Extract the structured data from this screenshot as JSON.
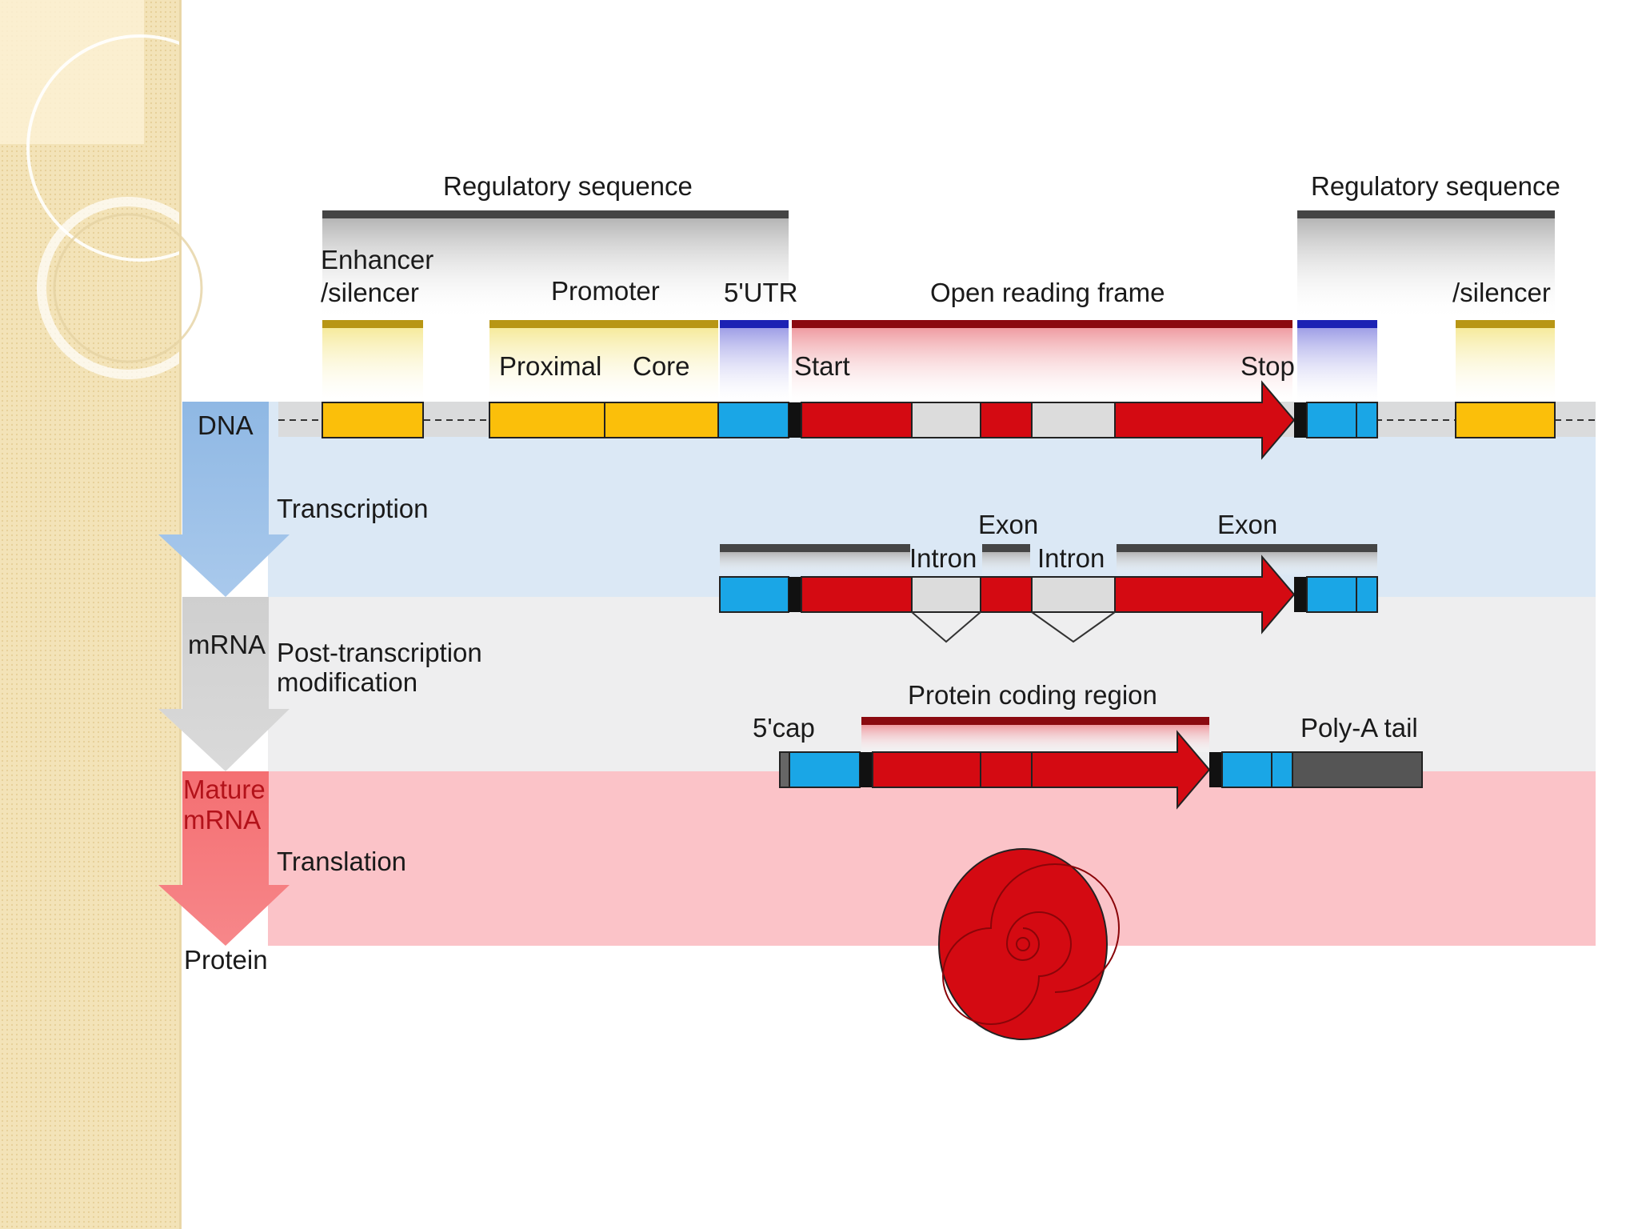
{
  "labels": {
    "regulatory_left": "Regulatory sequence",
    "regulatory_right": "Regulatory sequence",
    "enhancer_line1": "Enhancer",
    "enhancer_line2": "/silencer",
    "silencer_right": "/silencer",
    "promoter": "Promoter",
    "utr5": "5'UTR",
    "orf": "Open reading frame",
    "proximal": "Proximal",
    "core": "Core",
    "start": "Start",
    "stop": "Stop",
    "dna": "DNA",
    "transcription": "Transcription",
    "exon_center": "Exon",
    "exon_right": "Exon",
    "intron_left": "Intron",
    "intron_right": "Intron",
    "mrna": "mRNA",
    "post_line1": "Post-transcription",
    "post_line2": "modification",
    "protein_coding": "Protein coding region",
    "cap5": "5'cap",
    "polya": "Poly-A tail",
    "mature_line1": "Mature",
    "mature_line2": "mRNA",
    "translation": "Translation",
    "protein": "Protein"
  },
  "colors": {
    "sidebar": "#f3e3b8",
    "band_blue": "#dbe8f5",
    "band_grey": "#eeeeef",
    "band_pink": "#fbc3c8",
    "regulatory_yellow": "#fbbf0a",
    "utr_blue": "#1aa6e6",
    "exon_red": "#d40a12",
    "intron_grey": "#dcdcdc",
    "polya_grey": "#555555"
  }
}
